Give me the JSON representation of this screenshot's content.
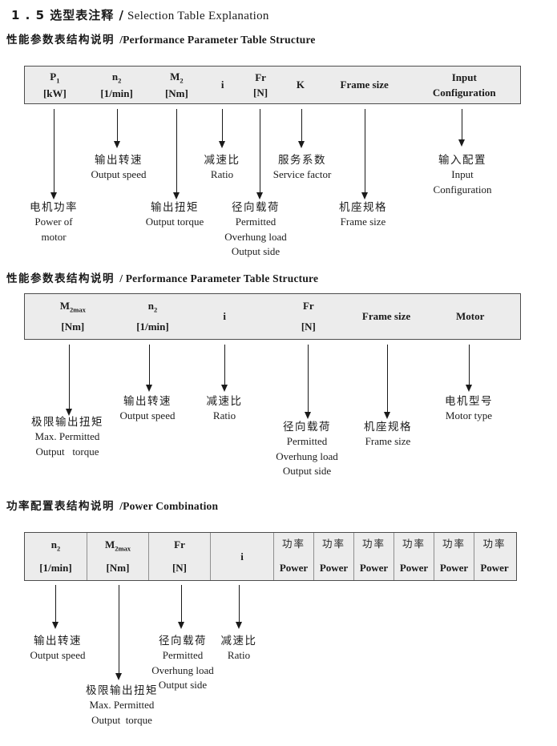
{
  "title": {
    "zh": "1 . 5 选型表注释 /",
    "en": " Selection Table Explanation"
  },
  "colors": {
    "table_fill": "#ececec",
    "table_border": "#4d4d4d",
    "grid_line": "#8f8f8f",
    "text": "#1a1a1a"
  },
  "section1": {
    "heading": {
      "zh": "性能参数表结构说明 ",
      "en": "/Performance Parameter Table Structure"
    },
    "table": {
      "p1": {
        "base": "P",
        "sub": "1",
        "unit": "[kW]"
      },
      "n2": {
        "base": "n",
        "sub": "2",
        "unit": "[1/min]"
      },
      "m2": {
        "base": "M",
        "sub": "2",
        "unit": "[Nm]"
      },
      "i": {
        "base": "i"
      },
      "fr": {
        "base": "Fr",
        "unit": "[N]"
      },
      "k": {
        "base": "K"
      },
      "frame": {
        "label": "Frame size"
      },
      "input": {
        "line1": "Input",
        "line2": "Configuration"
      }
    },
    "callouts": {
      "p1": [
        "电机功率",
        "Power of",
        "motor"
      ],
      "n2": [
        "输出转速",
        "Output speed"
      ],
      "m2": [
        "输出扭矩",
        "Output torque"
      ],
      "i": [
        "减速比",
        "Ratio"
      ],
      "fr": [
        "径向载荷",
        "Permitted",
        "Overhung load",
        "Output side"
      ],
      "k": [
        "服务系数",
        "Service factor"
      ],
      "frame": [
        "机座规格",
        "Frame size"
      ],
      "input": [
        "输入配置",
        "Input",
        "Configuration"
      ]
    }
  },
  "section2": {
    "heading": {
      "zh": "性能参数表结构说明 ",
      "en": "/ Performance Parameter Table Structure"
    },
    "table": {
      "m2max": {
        "base": "M",
        "sub": "2max",
        "unit": "[Nm]"
      },
      "n2": {
        "base": "n",
        "sub": "2",
        "unit": "[1/min]"
      },
      "i": {
        "base": "i"
      },
      "fr": {
        "base": "Fr",
        "unit": "[N]"
      },
      "frame": {
        "label": "Frame size"
      },
      "motor": {
        "label": "Motor"
      }
    },
    "callouts": {
      "m2max": [
        "极限输出扭矩",
        "Max. Permitted",
        "Output   torque"
      ],
      "n2": [
        "输出转速",
        "Output speed"
      ],
      "i": [
        "减速比",
        "Ratio"
      ],
      "fr": [
        "径向载荷",
        "Permitted",
        "Overhung load",
        "Output side"
      ],
      "frame": [
        "机座规格",
        "Frame size"
      ],
      "motor": [
        "电机型号",
        "Motor type"
      ]
    }
  },
  "section3": {
    "heading": {
      "zh": "功率配置表结构说明 ",
      "en": "/Power Combination"
    },
    "table": {
      "n2": {
        "base": "n",
        "sub": "2",
        "unit": "[1/min]"
      },
      "m2max": {
        "base": "M",
        "sub": "2max",
        "unit": "[Nm]"
      },
      "fr": {
        "base": "Fr",
        "unit": "[N]"
      },
      "i": {
        "base": "i"
      },
      "power": {
        "zh": "功率",
        "en": "Power"
      },
      "power_column_count": 6
    },
    "callouts": {
      "n2": [
        "输出转速",
        "Output speed"
      ],
      "m2max": [
        "极限输出扭矩",
        "Max. Permitted",
        "Output  torque"
      ],
      "fr": [
        "径向载荷",
        "Permitted",
        "Overhung load",
        "Output side"
      ],
      "i": [
        "减速比",
        "Ratio"
      ]
    }
  }
}
